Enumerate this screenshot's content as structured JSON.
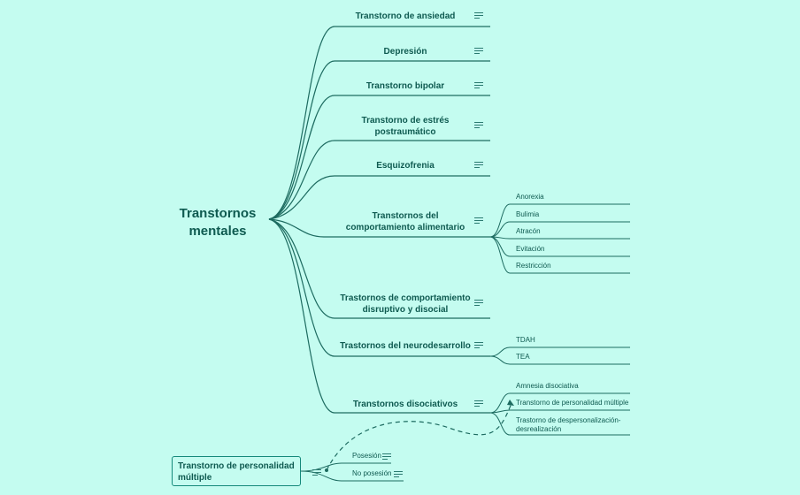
{
  "root": {
    "label": "Transtornos\nmentales"
  },
  "branches": [
    {
      "label": "Transtorno de ansiedad",
      "children": []
    },
    {
      "label": "Depresión",
      "children": []
    },
    {
      "label": "Transtorno bipolar",
      "children": []
    },
    {
      "label": "Transtorno de estrés\npostraumático",
      "children": []
    },
    {
      "label": "Esquizofrenia",
      "children": []
    },
    {
      "label": "Transtornos del\ncomportamiento alimentario",
      "children": [
        "Anorexia",
        "Bulimia",
        "Atracón",
        "Evitación",
        "Restricción"
      ]
    },
    {
      "label": "Trastornos de comportamiento\ndisruptivo y disocial",
      "children": []
    },
    {
      "label": "Trastornos del neurodesarrollo",
      "children": [
        "TDAH",
        "TEA"
      ]
    },
    {
      "label": "Transtornos disociativos",
      "children": [
        "Amnesia disociativa",
        "Transtorno de personalidad múltiple",
        "Trastorno de despersonalización-\ndesrealización"
      ]
    }
  ],
  "floating_topic": {
    "label": "Transtorno de personalidad\nmúltiple",
    "children": [
      "Posesión",
      "No posesión"
    ]
  },
  "icons": {
    "note": "note-icon"
  },
  "colors": {
    "background": "#c4fcf0",
    "line": "#1d6b60",
    "text": "#0e5a50",
    "float_border": "#14897a"
  }
}
